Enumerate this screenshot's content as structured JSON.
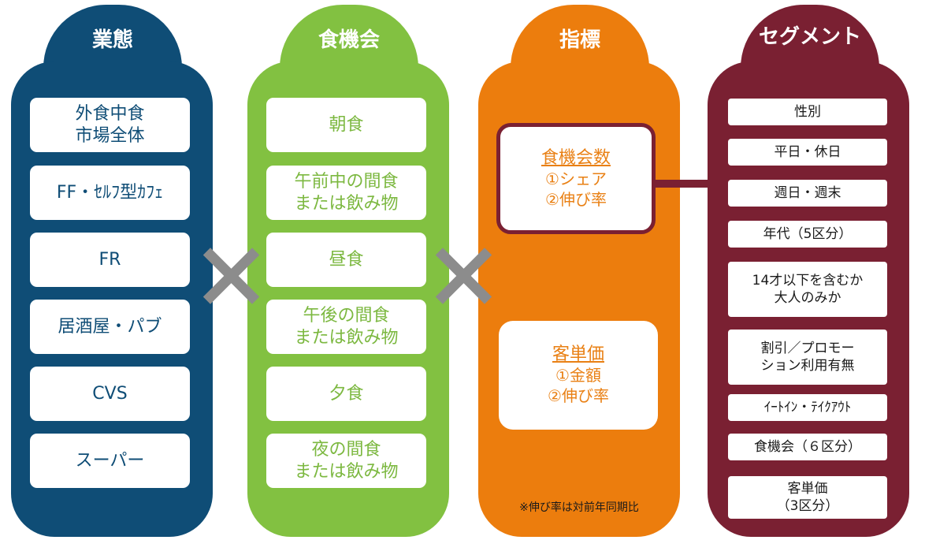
{
  "columns": {
    "business_type": {
      "title": "業態",
      "items": [
        "外食中食\n市場全体",
        "FF・ｾﾙﾌ型ｶﾌｪ",
        "FR",
        "居酒屋・パブ",
        "CVS",
        "スーパー"
      ]
    },
    "eating_occasion": {
      "title": "食機会",
      "items": [
        "朝食",
        "午前中の間食\nまたは飲み物",
        "昼食",
        "午後の間食\nまたは飲み物",
        "夕食",
        "夜の間食\nまたは飲み物"
      ]
    },
    "metrics": {
      "title": "指標",
      "cards": [
        {
          "title": "食機会数",
          "line1": "①シェア",
          "line2": "②伸び率"
        },
        {
          "title": "客単価",
          "line1": "①金額",
          "line2": "②伸び率"
        }
      ],
      "note": "※伸び率は対前年同期比"
    },
    "segment": {
      "title": "セグメント",
      "items": [
        "性別",
        "平日・休日",
        "週日・週末",
        "年代（5区分）",
        "14才以下を含むか\n大人のみか",
        "割引／プロモー\nション利用有無",
        "ｲｰﾄｲﾝ・ﾃｲｸｱｳﾄ",
        "食機会（６区分）",
        "客単価\n（3区分）"
      ]
    }
  },
  "operators": [
    "×",
    "×"
  ],
  "colors": {
    "blue": "#0f4d76",
    "green": "#82c141",
    "orange": "#ec7d0d",
    "red": "#7a2032",
    "cross": "#8c8c8c"
  }
}
